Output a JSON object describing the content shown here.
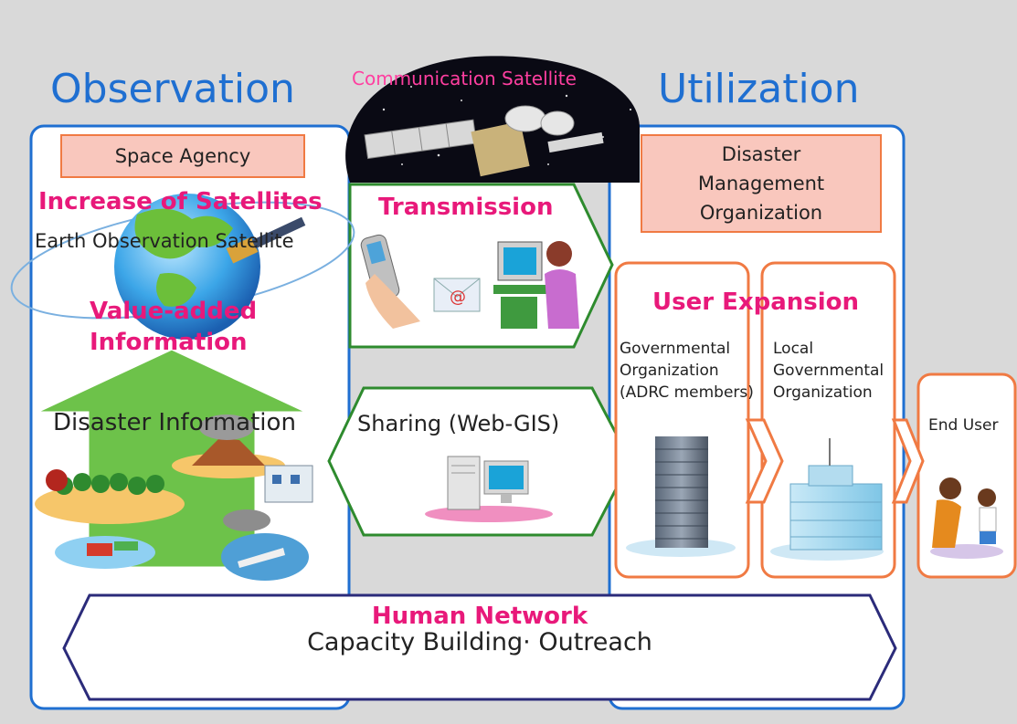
{
  "observation": {
    "heading": "Observation",
    "agency": "Space Agency",
    "increase": "Increase of Satellites",
    "eo_satellite": "Earth Observation Satellite",
    "value_added": [
      "Value-added",
      "Information"
    ],
    "disaster_info": "Disaster Information"
  },
  "communication": {
    "satellite": "Communication Satellite",
    "transmission": "Transmission",
    "sharing": "Sharing (Web-GIS)"
  },
  "utilization": {
    "heading": "Utilization",
    "dmo": [
      "Disaster",
      "Management",
      "Organization"
    ],
    "user_expansion": "User Expansion",
    "gov_org": [
      "Governmental",
      "Organization",
      "(ADRC members)"
    ],
    "local_gov": [
      "Local",
      "Governmental",
      "Organization"
    ],
    "end_user": "End User"
  },
  "network": {
    "title": "Human Network",
    "subtitle": "Capacity Building· Outreach"
  },
  "colors": {
    "accent_blue": "#1f6fd1",
    "accent_pink": "#e8197a",
    "orange_border": "#f07a43",
    "green": "#6dc24a"
  }
}
